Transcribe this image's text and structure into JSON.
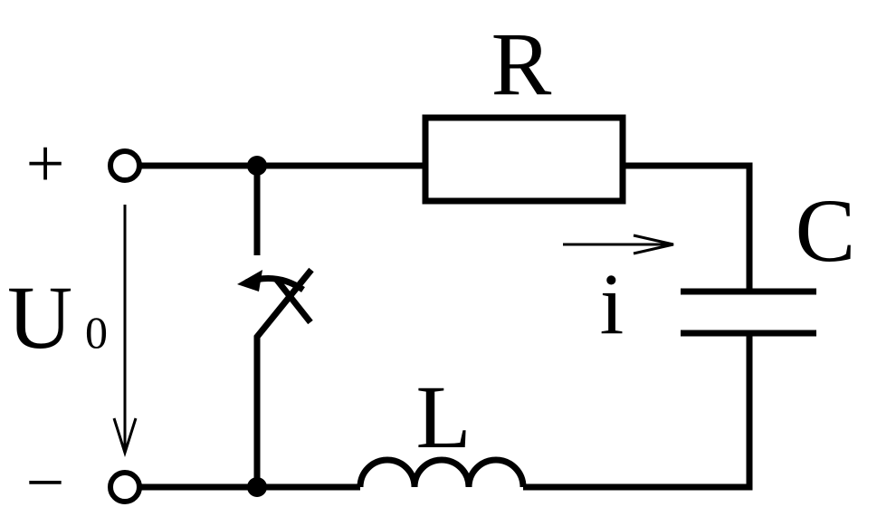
{
  "labels": {
    "plus": "+",
    "minus": "−",
    "voltage_main": "U",
    "voltage_sub": "0",
    "resistor": "R",
    "capacitor": "C",
    "inductor": "L",
    "current": "i"
  },
  "colors": {
    "ink": "#000000",
    "background": "#ffffff"
  }
}
